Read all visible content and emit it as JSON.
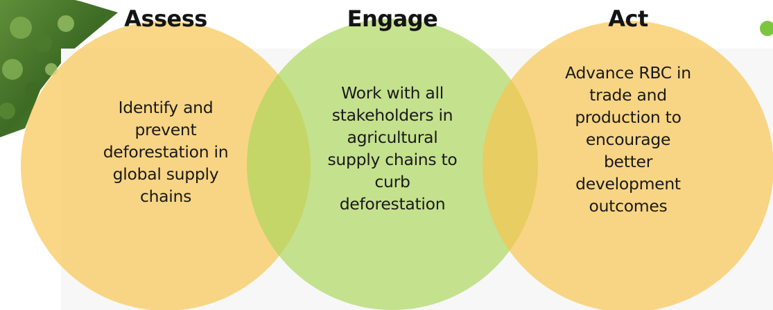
{
  "diagram": {
    "circles": [
      {
        "title": "Assess",
        "body": "Identify and\nprevent\ndeforestation in\nglobal supply\nchains",
        "color": "#f8c44c"
      },
      {
        "title": "Engage",
        "body": "Work with all\nstakeholders in\nagricultural\nsupply chains to\ncurb\ndeforestation",
        "color": "#abd55c"
      },
      {
        "title": "Act",
        "body": "Advance RBC in\ntrade and\nproduction to\nencourage\nbetter\ndevelopment\noutcomes",
        "color": "#f8c44c"
      }
    ]
  },
  "decor": {
    "photo_icon": "foliage-photo",
    "dot_icon": "green-dot",
    "dot_color": "#7cc53f"
  }
}
